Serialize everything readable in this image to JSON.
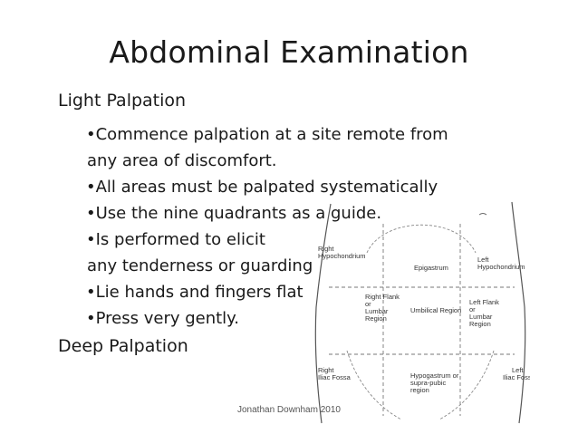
{
  "title": "Abdominal Examination",
  "sections": {
    "light": "Light Palpation",
    "deep": "Deep Palpation"
  },
  "bullets": [
    {
      "line1": "•Commence palpation at a site remote from",
      "line2": "any area of discomfort."
    },
    {
      "line1": "•All areas must be palpated systematically"
    },
    {
      "line1": "•Use the nine quadrants as a guide."
    },
    {
      "line1": "•Is performed to elicit",
      "line2": "any tenderness or guarding"
    },
    {
      "line1": "•Lie hands and fingers flat"
    },
    {
      "line1": "•Press very gently."
    }
  ],
  "diagram": {
    "labels": {
      "right_hypochondrium_1": "Right",
      "right_hypochondrium_2": "Hypochondrium",
      "epigastrum": "Epigastrum",
      "left_hypochondrium_1": "Left",
      "left_hypochondrium_2": "Hypochondrium",
      "right_flank_1": "Right Flank",
      "right_flank_2": "or",
      "right_flank_3": "Lumbar",
      "right_flank_4": "Region",
      "umbilical": "Umbilical Region",
      "left_flank_1": "Left Flank",
      "left_flank_2": "or",
      "left_flank_3": "Lumbar",
      "left_flank_4": "Region",
      "right_iliac_1": "Right",
      "right_iliac_2": "Iliac Fossa",
      "hypogastrum_1": "Hypogastrum or",
      "hypogastrum_2": "supra-pubic",
      "hypogastrum_3": "region",
      "left_iliac_1": "Left",
      "left_iliac_2": "Iliac Fossa"
    }
  },
  "footer": "Jonathan Downham 2010"
}
